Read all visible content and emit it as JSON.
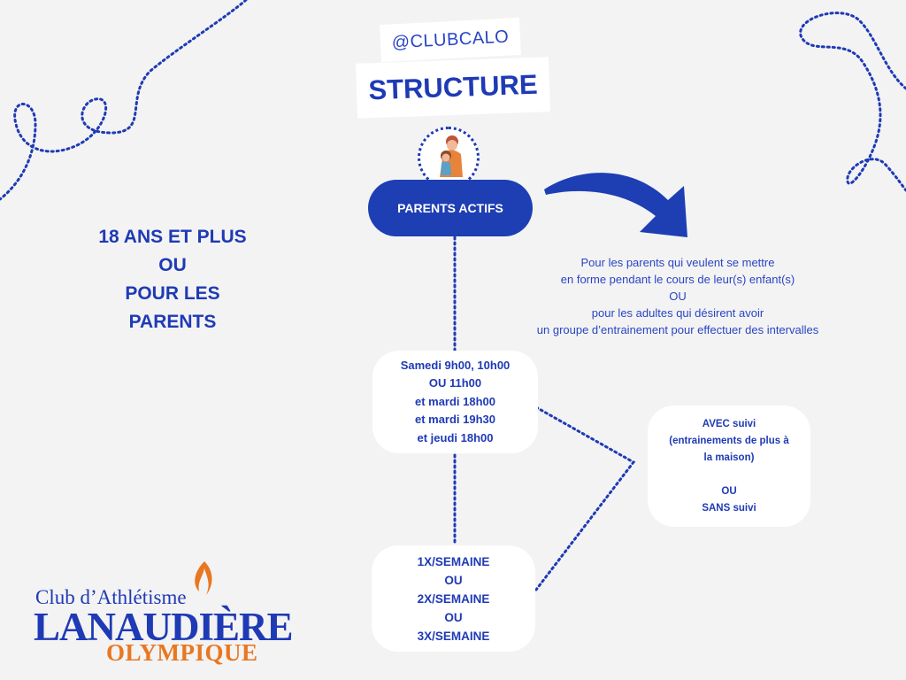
{
  "handle": "@CLUBCALO",
  "title": "STRUCTURE",
  "central_node": "PARENTS ACTIFS",
  "audience_lines": [
    "18 ANS ET PLUS",
    "OU",
    "POUR LES",
    "PARENTS"
  ],
  "description_lines": [
    "Pour les parents qui veulent se mettre",
    "en forme pendant le cours de leur(s) enfant(s)",
    "OU",
    "pour les adultes qui désirent avoir",
    "un groupe d’entrainement pour effectuer des intervalles"
  ],
  "schedule_lines": [
    "Samedi  9h00, 10h00",
    "OU 11h00",
    "et mardi 18h00",
    "et mardi 19h30",
    "et jeudi 18h00"
  ],
  "frequency_lines": [
    "1X/SEMAINE",
    "OU",
    "2X/SEMAINE",
    "OU",
    "3X/SEMAINE"
  ],
  "follow_lines": [
    "AVEC suivi",
    "(entrainements de plus à",
    "la maison)",
    "",
    "OU",
    "SANS suivi"
  ],
  "logo": {
    "line1": "Club d’Athlétisme",
    "line2": "LANAUDIÈRE",
    "line3": "OLYMPIQUE"
  },
  "icons": {
    "avatar": "parent-with-child-icon",
    "arrow": "curved-arrow-icon",
    "torch": "flame-icon"
  },
  "colors": {
    "primary": "#1e3eb4",
    "accent": "#e87722",
    "background": "#f3f3f3"
  }
}
